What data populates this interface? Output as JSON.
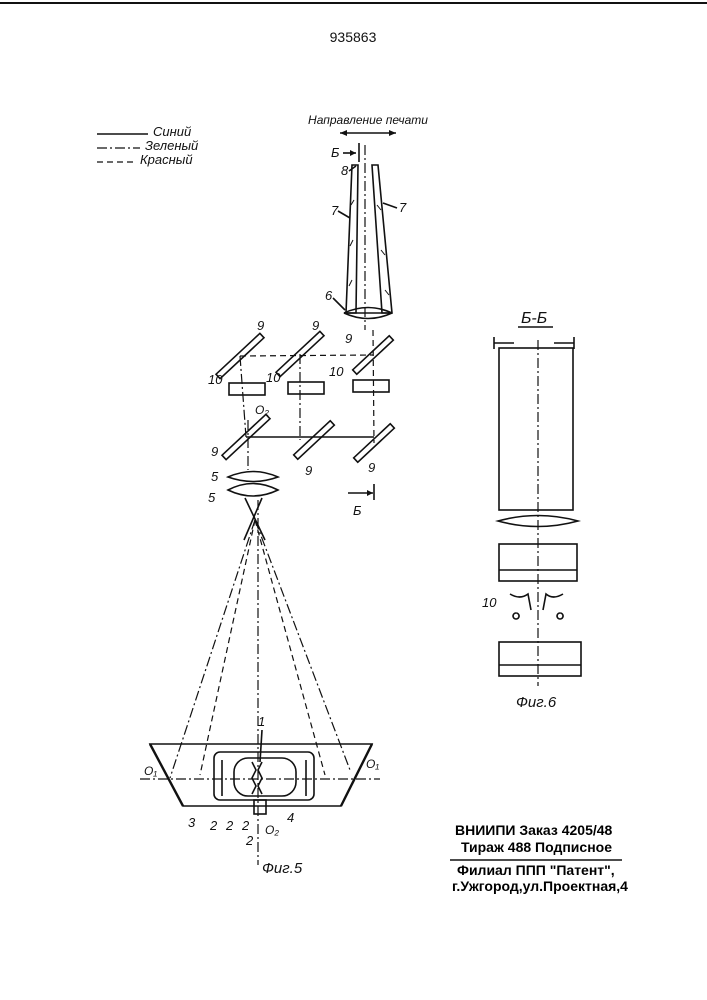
{
  "patent_number": "935863",
  "legend": {
    "blue": "Синий",
    "green": "Зеленый",
    "red": "Красный"
  },
  "print_direction": "Направление печати",
  "section_letter": "Б",
  "section_label": "Б-Б",
  "labels": {
    "n1": "1",
    "n2": "2",
    "n3": "3",
    "n4": "4",
    "n5": "5",
    "n6": "6",
    "n7": "7",
    "n8": "8",
    "n9": "9",
    "n10": "10",
    "o1": "O₁",
    "o2": "O₂"
  },
  "figure_captions": {
    "fig5": "Фиг.5",
    "fig6": "Фиг.6"
  },
  "footer": {
    "line1": "ВНИИПИ Заказ 4205/48",
    "line2": "Тираж 488 Подписное",
    "line3": "Филиал ППП \"Патент\",",
    "line4": "г.Ужгород,ул.Проектная,4"
  }
}
